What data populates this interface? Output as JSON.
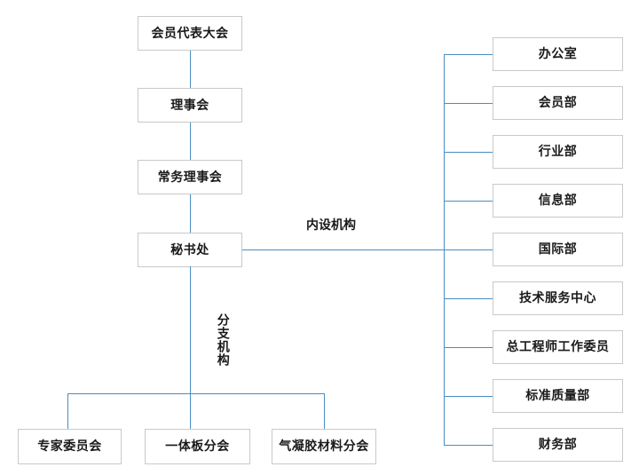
{
  "chart": {
    "type": "organization-chart",
    "title_text": "",
    "colors": {
      "connector": "#4a8ec2",
      "box_border": "#c9c9c9",
      "box_fill": "#ffffff",
      "text": "#1a1a1a",
      "background": "#ffffff"
    },
    "hierarchy": {
      "spine": [
        {
          "label": "会员代表大会"
        },
        {
          "label": "理事会"
        },
        {
          "label": "常务理事会"
        },
        {
          "label": "秘书处"
        }
      ],
      "group_labels": {
        "internal": "内设机构",
        "branch": "分支机构"
      },
      "internal_departments": [
        {
          "label": "办公室"
        },
        {
          "label": "会员部"
        },
        {
          "label": "行业部"
        },
        {
          "label": "信息部"
        },
        {
          "label": "国际部"
        },
        {
          "label": "技术服务中心"
        },
        {
          "label": "总工程师工作委员"
        },
        {
          "label": "标准质量部"
        },
        {
          "label": "财务部"
        }
      ],
      "branch_organizations": [
        {
          "label": "专家委员会"
        },
        {
          "label": "一体板分会"
        },
        {
          "label": "气凝胶材料分会"
        }
      ]
    }
  }
}
